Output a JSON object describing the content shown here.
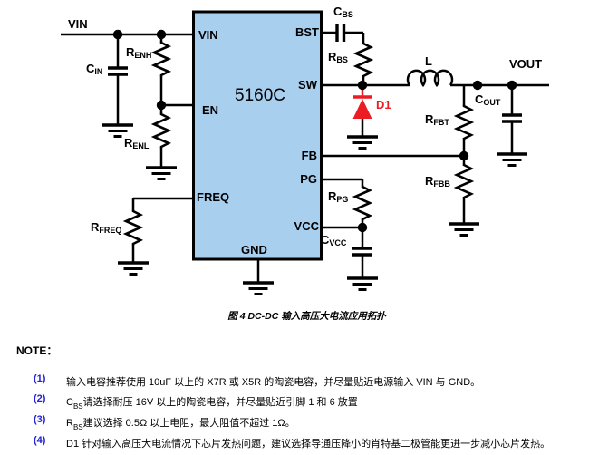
{
  "figure": {
    "chip": {
      "name": "5160C",
      "pins": {
        "vin": "VIN",
        "en": "EN",
        "freq": "FREQ",
        "gnd": "GND",
        "bst": "BST",
        "sw": "SW",
        "fb": "FB",
        "pg": "PG",
        "vcc": "VCC"
      }
    },
    "nets": {
      "vin": "VIN",
      "vout": "VOUT"
    },
    "components": {
      "cin": {
        "lead": "C",
        "sub": "IN"
      },
      "renh": {
        "lead": "R",
        "sub": "ENH"
      },
      "renl": {
        "lead": "R",
        "sub": "ENL"
      },
      "rfreq": {
        "lead": "R",
        "sub": "FREQ"
      },
      "cbs": {
        "lead": "C",
        "sub": "BS"
      },
      "rbs": {
        "lead": "R",
        "sub": "BS"
      },
      "l": {
        "lead": "L",
        "sub": ""
      },
      "d1": {
        "lead": "D1",
        "sub": ""
      },
      "cout": {
        "lead": "C",
        "sub": "OUT"
      },
      "rfbt": {
        "lead": "R",
        "sub": "FBT"
      },
      "rfbb": {
        "lead": "R",
        "sub": "FBB"
      },
      "rpg": {
        "lead": "R",
        "sub": "PG"
      },
      "cvcc": {
        "lead": "C",
        "sub": "VCC"
      }
    },
    "caption": "图 4 DC-DC 输入高压大电流应用拓扑"
  },
  "notes": {
    "title": "NOTE：",
    "items": [
      {
        "num": "(1)",
        "lead": "",
        "sub": "",
        "text": "输入电容推荐使用 10uF 以上的 X7R 或 X5R 的陶瓷电容，并尽量贴近电源输入 VIN 与 GND。"
      },
      {
        "num": "(2)",
        "lead": "C",
        "sub": "BS",
        "text": "请选择耐压 16V 以上的陶瓷电容，并尽量贴近引脚 1 和 6 放置"
      },
      {
        "num": "(3)",
        "lead": "R",
        "sub": "BS",
        "text": "建议选择 0.5Ω 以上电阻，最大阻值不超过 1Ω。"
      },
      {
        "num": "(4)",
        "lead": "",
        "sub": "",
        "text": "D1 针对输入高压大电流情况下芯片发热问题，建议选择导通压降小的肖特基二极管能更进一步减小芯片发热。"
      }
    ]
  },
  "colors": {
    "chip_fill": "#A9CFEF",
    "line": "#000000",
    "diode_red": "#EC1C24",
    "note_num_blue": "#2222D6"
  }
}
